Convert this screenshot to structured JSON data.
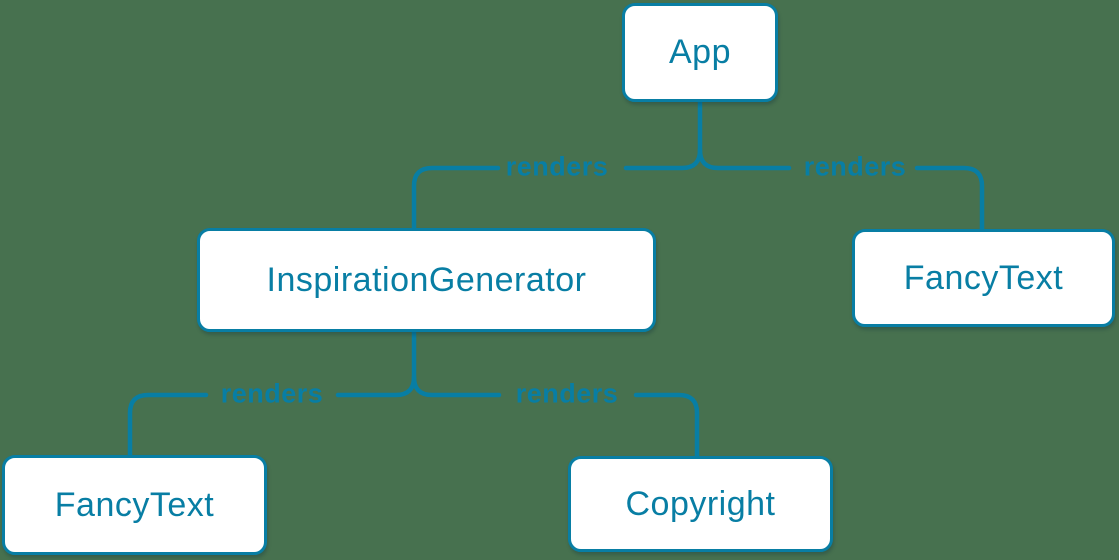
{
  "diagram": {
    "nodes": [
      {
        "id": "app",
        "label": "App"
      },
      {
        "id": "inspiration-generator",
        "label": "InspirationGenerator"
      },
      {
        "id": "fancy-text-right",
        "label": "FancyText"
      },
      {
        "id": "fancy-text-left",
        "label": "FancyText"
      },
      {
        "id": "copyright",
        "label": "Copyright"
      }
    ],
    "edges": [
      {
        "from": "App",
        "to": "InspirationGenerator",
        "label": "renders"
      },
      {
        "from": "App",
        "to": "FancyText",
        "label": "renders"
      },
      {
        "from": "InspirationGenerator",
        "to": "FancyText",
        "label": "renders"
      },
      {
        "from": "InspirationGenerator",
        "to": "Copyright",
        "label": "renders"
      }
    ]
  },
  "colors": {
    "accent": "#087EA4",
    "background": "#47714F",
    "node_fill": "#FFFFFF"
  }
}
